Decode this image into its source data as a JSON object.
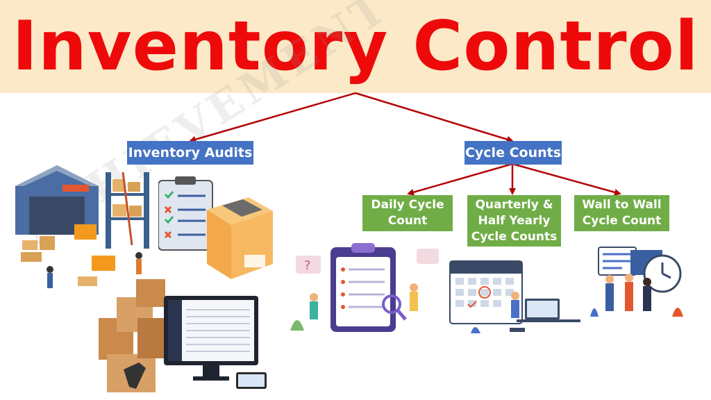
{
  "title": "Inventory Control",
  "watermark": "ACHIEVEMENT GAIN TUTORIAL",
  "colors": {
    "title": "#ee0a0a",
    "title_band": "#fbe9c7",
    "arrow": "#b40000",
    "blue_box": "#4472c4",
    "green_box": "#70ad47"
  },
  "branches": {
    "audits": {
      "label": "Inventory Audits"
    },
    "cycle": {
      "label": "Cycle Counts",
      "children": [
        {
          "label": "Daily Cycle\nCount"
        },
        {
          "label": "Quarterly &\nHalf Yearly\nCycle Counts"
        },
        {
          "label": "Wall to Wall\nCycle Count"
        }
      ]
    }
  },
  "illustrations": [
    {
      "name": "warehouse-illustration"
    },
    {
      "name": "clipboard-box-illustration"
    },
    {
      "name": "boxes-computer-scanner-illustration"
    },
    {
      "name": "daily-cycle-illustration"
    },
    {
      "name": "calendar-desk-illustration"
    },
    {
      "name": "team-clock-illustration"
    }
  ]
}
